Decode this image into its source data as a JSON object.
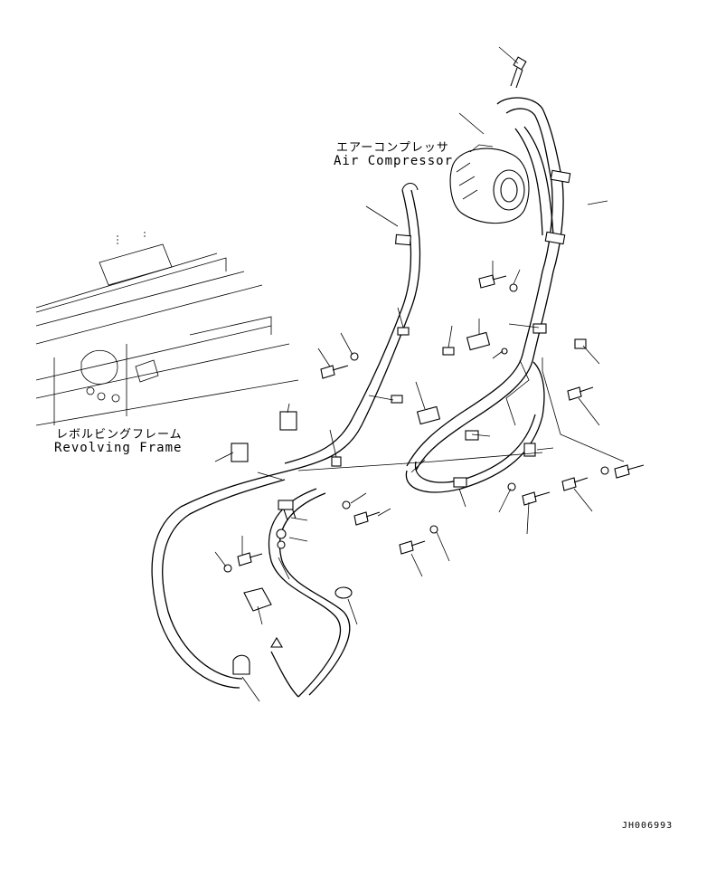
{
  "labels": {
    "air_compressor_jp": "エアーコンプレッサ",
    "air_compressor_en": "Air Compressor",
    "revolving_frame_jp": "レボルビングフレーム",
    "revolving_frame_en": "Revolving Frame"
  },
  "figure_id": "JH006993"
}
